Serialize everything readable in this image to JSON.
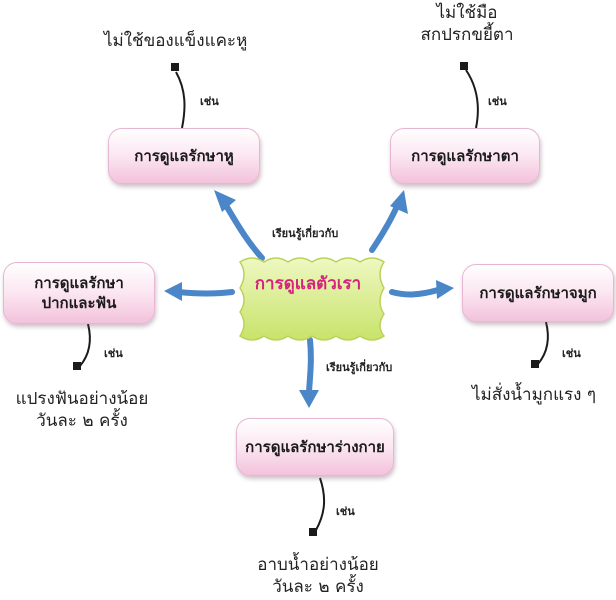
{
  "center": {
    "label": "การดูแลตัวเรา"
  },
  "relation": {
    "label": "เรียนรู้เกี่ยวกับ"
  },
  "example_word": "เช่น",
  "topics": {
    "ear": {
      "label": "การดูแลรักษาหู",
      "example": "ไม่ใช้ของแข็งแคะหู"
    },
    "eye": {
      "label": "การดูแลรักษาตา",
      "example_line1": "ไม่ใช้มือ",
      "example_line2": "สกปรกขยี้ตา"
    },
    "mouth": {
      "label_line1": "การดูแลรักษา",
      "label_line2": "ปากและฟัน",
      "example_line1": "แปรงฟันอย่างน้อย",
      "example_line2": "วันละ  ๒  ครั้ง"
    },
    "nose": {
      "label": "การดูแลรักษาจมูก",
      "example": "ไม่สั่งน้ำมูกแรง ๆ"
    },
    "body": {
      "label": "การดูแลรักษาร่างกาย",
      "example_line1": "อาบน้ำอย่างน้อย",
      "example_line2": "วันละ ๒ ครั้ง"
    }
  },
  "colors": {
    "arrow": "#4a86c8",
    "center_fill": "#d6ee87",
    "center_text": "#d6237c",
    "box_fill": "#f3c2dc"
  }
}
